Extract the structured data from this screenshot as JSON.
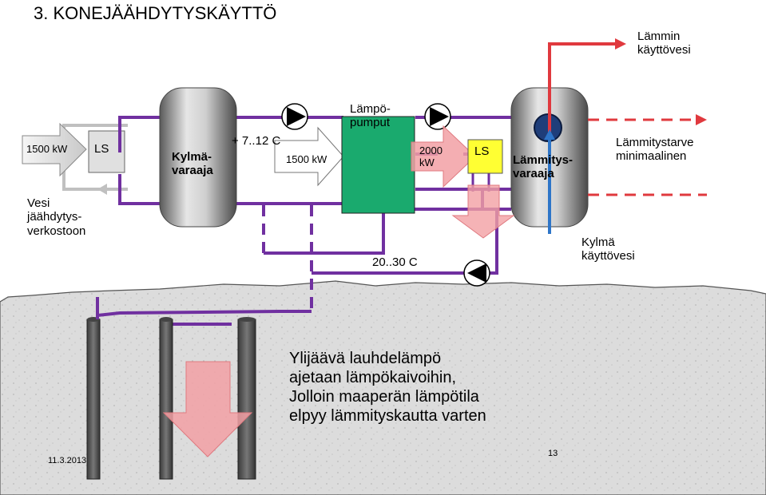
{
  "title": "3. KONEJÄÄHDYTYSKÄYTTÖ",
  "labels": {
    "warm_water_1": "Lämmin",
    "warm_water_2": "käyttövesi",
    "input_power": "1500 kW",
    "ls_left": "LS",
    "cold_storage_1": "Kylmä-",
    "cold_storage_2": "varaaja",
    "temp_high": "+ 7..12 C",
    "heat_pumps_1": "Lämpö-",
    "heat_pumps_2": "pumput",
    "pump_power": "1500 kW",
    "output_power_1": "2000",
    "output_power_2": "kW",
    "ls_right": "LS",
    "heat_storage_1": "Lämmitys-",
    "heat_storage_2": "varaaja",
    "heating_demand_1": "Lämmitystarve",
    "heating_demand_2": "minimaalinen",
    "water_1": "Vesi",
    "water_2": "jäähdytys-",
    "water_3": "verkostoon",
    "temp_low": "20..30 C",
    "cold_water_1": "Kylmä",
    "cold_water_2": "käyttövesi",
    "info_1": "Ylijäävä lauhdelämpö",
    "info_2": "ajetaan lämpökaivoihin,",
    "info_3": "Jolloin maaperän lämpötila",
    "info_4": "elpyy lämmityskautta varten",
    "date": "11.3.2013",
    "page_number": "13"
  },
  "colors": {
    "pipe_purple": "#7030a0",
    "warm_red": "#e0393e",
    "cold_blue": "#2e75c8",
    "heat_pump_green": "#1aaa6e",
    "ls_yellow": "#ffff33",
    "arrow_pink": "#f2a0a4",
    "ground": "#dedede"
  },
  "icons": [
    "pump-icon",
    "flow-arrow-icon",
    "storage-tank-icon",
    "borehole-icon"
  ]
}
